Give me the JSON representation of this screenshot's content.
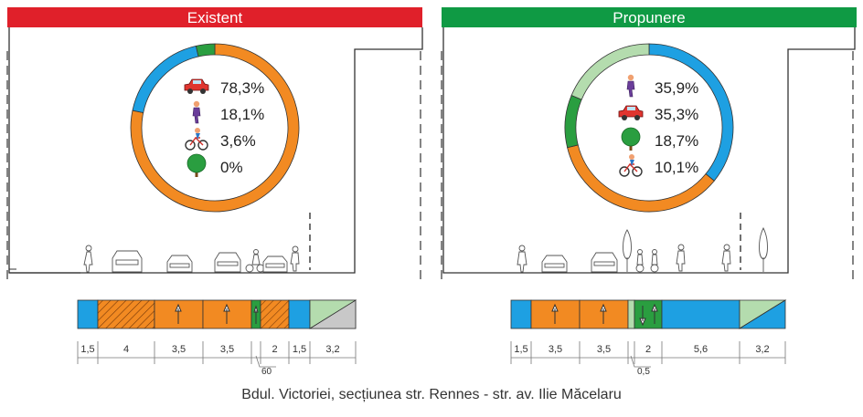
{
  "panels": [
    {
      "id": "existent",
      "title": "Existent",
      "title_color": "#e0202a",
      "stats": [
        {
          "icon": "car-icon",
          "value": "78,3%"
        },
        {
          "icon": "pedestrian-icon",
          "value": "18,1%"
        },
        {
          "icon": "cyclist-icon",
          "value": "3,6%"
        },
        {
          "icon": "tree-icon",
          "value": "0%"
        }
      ],
      "ring": [
        {
          "mode": "car",
          "color": "#f28a22",
          "share": 78.3
        },
        {
          "mode": "pedestrian",
          "color": "#1ea0e2",
          "share": 18.1
        },
        {
          "mode": "cyclist",
          "color": "#2a9e40",
          "share": 3.6
        }
      ],
      "dimensions": [
        "1,5",
        "4",
        "3,5",
        "3,5",
        "2",
        "1,5",
        "3,2"
      ],
      "callout": "60"
    },
    {
      "id": "propunere",
      "title": "Propunere",
      "title_color": "#0f9a44",
      "stats": [
        {
          "icon": "pedestrian-icon",
          "value": "35,9%"
        },
        {
          "icon": "car-icon",
          "value": "35,3%"
        },
        {
          "icon": "tree-icon",
          "value": "18,7%"
        },
        {
          "icon": "cyclist-icon",
          "value": "10,1%"
        }
      ],
      "ring": [
        {
          "mode": "pedestrian",
          "color": "#1ea0e2",
          "share": 35.9
        },
        {
          "mode": "car",
          "color": "#f28a22",
          "share": 35.3
        },
        {
          "mode": "green",
          "color": "#2a9e40",
          "share": 10.1
        },
        {
          "mode": "green-light",
          "color": "#b4dcae",
          "share": 18.7
        }
      ],
      "dimensions": [
        "1,5",
        "3,5",
        "3,5",
        "2",
        "5,6",
        "3,2"
      ],
      "callout": "0,5"
    }
  ],
  "caption": "Bdul. Victoriei, secțiunea str. Rennes - str. av. Ilie Măcelaru",
  "colors": {
    "orange": "#f28a22",
    "blue": "#1ea0e2",
    "green": "#2a9e40",
    "light_green": "#b4dcae",
    "grey": "#c8c8c8"
  }
}
